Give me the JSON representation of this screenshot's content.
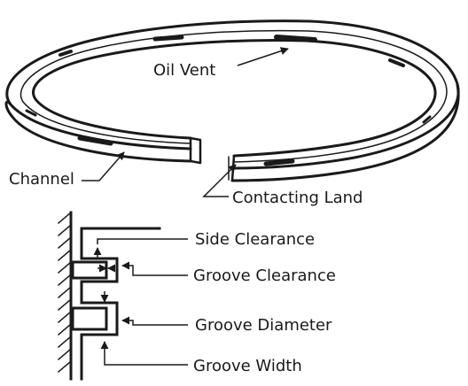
{
  "labels": {
    "oil_vent": "Oil Vent",
    "channel": "Channel",
    "contacting_land": "Contacting Land",
    "side_clearance": "Side Clearance",
    "groove_clearance": "Groove Clearance",
    "groove_diameter": "Groove Diameter",
    "groove_width": "Groove Width"
  },
  "colors": {
    "ink": "#1a1a1a",
    "paper": "#ffffff"
  }
}
